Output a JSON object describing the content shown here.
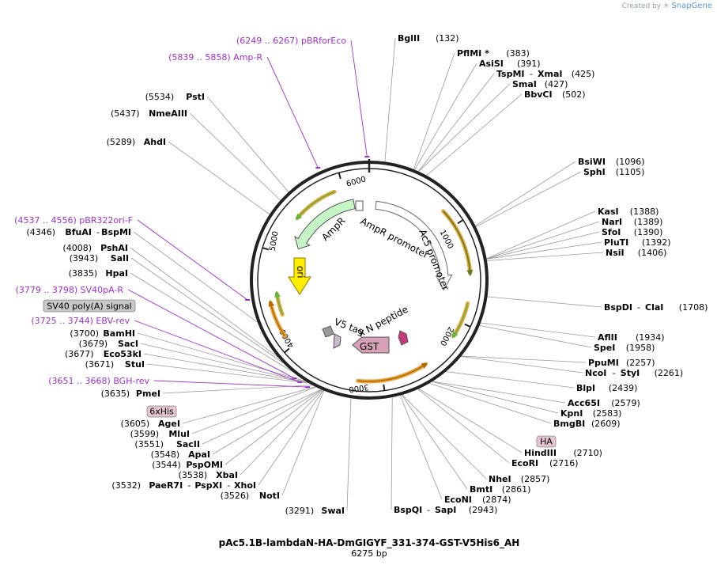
{
  "credit": {
    "created_by": "Created by",
    "brand": "SnapGene"
  },
  "map": {
    "title": "pAc5.1B-lambdaN-HA-DmGIGYF_331-374-GST-V5His6_AH",
    "length_text": "6275 bp",
    "length": 6275,
    "ring_ticks": [
      "1000",
      "2000",
      "3000",
      "4000",
      "5000",
      "6000"
    ]
  },
  "features": [
    {
      "id": "ampr",
      "name": "AmpR",
      "color": "#c6f5c6",
      "stroke": "#555"
    },
    {
      "id": "ampr-promoter",
      "name": "AmpR promoter",
      "color": "#ffffff",
      "stroke": "#555"
    },
    {
      "id": "ac5-promoter",
      "name": "Ac5 promoter",
      "color": "#ffffff",
      "stroke": "#555"
    },
    {
      "id": "ori",
      "name": "ori",
      "color": "#ffee00",
      "stroke": "#8a7a00"
    },
    {
      "id": "gst",
      "name": "GST",
      "color": "#d8a0b8",
      "stroke": "#555"
    },
    {
      "id": "v5tag",
      "name": "V5 tag",
      "color": "#c9b8c9",
      "stroke": "#555"
    },
    {
      "id": "lambda-n",
      "name": "λ N peptide",
      "color": "#c83a7a",
      "stroke": "#555"
    }
  ],
  "sites": [
    {
      "id": "bglii",
      "name": "BglII",
      "pos": "(132)",
      "side": "right"
    },
    {
      "id": "pflmi",
      "name": "PflMI *",
      "pos": "(383)",
      "side": "right"
    },
    {
      "id": "asisi",
      "name": "AsiSI",
      "pos": "(391)",
      "side": "right"
    },
    {
      "id": "tspmi",
      "name": "TspMI",
      "name2": "XmaI",
      "pos": "(425)",
      "side": "right"
    },
    {
      "id": "smai",
      "name": "SmaI",
      "pos": "(427)",
      "side": "right"
    },
    {
      "id": "bbvci",
      "name": "BbvCI",
      "pos": "(502)",
      "side": "right"
    },
    {
      "id": "bsiwi",
      "name": "BsiWI",
      "pos": "(1096)",
      "side": "right"
    },
    {
      "id": "sphi",
      "name": "SphI",
      "pos": "(1105)",
      "side": "right"
    },
    {
      "id": "kasi",
      "name": "KasI",
      "pos": "(1388)",
      "side": "right"
    },
    {
      "id": "nari",
      "name": "NarI",
      "pos": "(1389)",
      "side": "right"
    },
    {
      "id": "sfoi",
      "name": "SfoI",
      "pos": "(1390)",
      "side": "right"
    },
    {
      "id": "pluti",
      "name": "PluTI",
      "pos": "(1392)",
      "side": "right"
    },
    {
      "id": "nsii",
      "name": "NsiI",
      "pos": "(1406)",
      "side": "right"
    },
    {
      "id": "bspdi",
      "name": "BspDI",
      "name2": "ClaI",
      "pos": "(1708)",
      "side": "right"
    },
    {
      "id": "aflii",
      "name": "AflII",
      "pos": "(1934)",
      "side": "right"
    },
    {
      "id": "spei",
      "name": "SpeI",
      "pos": "(1958)",
      "side": "right"
    },
    {
      "id": "ppumi",
      "name": "PpuMI",
      "pos": "(2257)",
      "side": "right"
    },
    {
      "id": "ncoi",
      "name": "NcoI",
      "name2": "StyI",
      "pos": "(2261)",
      "side": "right"
    },
    {
      "id": "blpi",
      "name": "BlpI",
      "pos": "(2439)",
      "side": "right"
    },
    {
      "id": "acc65i",
      "name": "Acc65I",
      "pos": "(2579)",
      "side": "right"
    },
    {
      "id": "kpni",
      "name": "KpnI",
      "pos": "(2583)",
      "side": "right"
    },
    {
      "id": "bmgbi",
      "name": "BmgBI",
      "pos": "(2609)",
      "side": "right"
    },
    {
      "id": "hindiii",
      "name": "HindIII",
      "pos": "(2710)",
      "side": "right"
    },
    {
      "id": "ecori",
      "name": "EcoRI",
      "pos": "(2716)",
      "side": "right"
    },
    {
      "id": "nhei",
      "name": "NheI",
      "pos": "(2857)",
      "side": "right"
    },
    {
      "id": "bmti",
      "name": "BmtI",
      "pos": "(2861)",
      "side": "right"
    },
    {
      "id": "econi",
      "name": "EcoNI",
      "pos": "(2874)",
      "side": "right"
    },
    {
      "id": "bspqi",
      "name": "BspQI",
      "name2": "SapI",
      "pos": "(2943)",
      "side": "right"
    },
    {
      "id": "swai",
      "name": "SwaI",
      "pos": "(3291)",
      "side": "left"
    },
    {
      "id": "noti",
      "name": "NotI",
      "pos": "(3526)",
      "side": "left"
    },
    {
      "id": "paer7i",
      "name": "PaeR7I",
      "name2": "PspXI",
      "name3": "XhoI",
      "pos": "(3532)",
      "side": "left"
    },
    {
      "id": "xbai",
      "name": "XbaI",
      "pos": "(3538)",
      "side": "left"
    },
    {
      "id": "pspomi",
      "name": "PspOMI",
      "pos": "(3544)",
      "side": "left"
    },
    {
      "id": "apai",
      "name": "ApaI",
      "pos": "(3548)",
      "side": "left"
    },
    {
      "id": "sacii",
      "name": "SacII",
      "pos": "(3551)",
      "side": "left"
    },
    {
      "id": "mlui",
      "name": "MluI",
      "pos": "(3599)",
      "side": "left"
    },
    {
      "id": "agei",
      "name": "AgeI",
      "pos": "(3605)",
      "side": "left"
    },
    {
      "id": "pmei",
      "name": "PmeI",
      "pos": "(3635)",
      "side": "left"
    },
    {
      "id": "stui",
      "name": "StuI",
      "pos": "(3671)",
      "side": "left"
    },
    {
      "id": "eco53ki",
      "name": "Eco53kI",
      "pos": "(3677)",
      "side": "left"
    },
    {
      "id": "saci",
      "name": "SacI",
      "pos": "(3679)",
      "side": "left"
    },
    {
      "id": "bamhi",
      "name": "BamHI",
      "pos": "(3700)",
      "side": "left"
    },
    {
      "id": "hpai",
      "name": "HpaI",
      "pos": "(3835)",
      "side": "left"
    },
    {
      "id": "sali",
      "name": "SalI",
      "pos": "(3943)",
      "side": "left"
    },
    {
      "id": "pshai",
      "name": "PshAI",
      "pos": "(4008)",
      "side": "left"
    },
    {
      "id": "bfuai",
      "name": "BfuAI",
      "name2": "BspMI",
      "pos": "(4346)",
      "side": "left"
    },
    {
      "id": "ahdi",
      "name": "AhdI",
      "pos": "(5289)",
      "side": "left"
    },
    {
      "id": "nmeaiii",
      "name": "NmeAIII",
      "pos": "(5437)",
      "side": "left"
    },
    {
      "id": "psti",
      "name": "PstI",
      "pos": "(5534)",
      "side": "left"
    }
  ],
  "primers": [
    {
      "id": "pbrforeco",
      "text": "(6249 .. 6267)  pBRforEco"
    },
    {
      "id": "amp-r",
      "text": "(5839 .. 5858)  Amp-R"
    },
    {
      "id": "pbr322ori-f",
      "text": "(4537 .. 4556)  pBR322ori-F"
    },
    {
      "id": "sv40pa-r",
      "text": "(3779 .. 3798)  SV40pA-R"
    },
    {
      "id": "ebv-rev",
      "text": "(3725 .. 3744)  EBV-rev"
    },
    {
      "id": "bgh-rev",
      "text": "(3651 .. 3668)  BGH-rev"
    }
  ],
  "boxed_labels": [
    {
      "id": "sv40",
      "text": "SV40 poly(A) signal",
      "fill": "#c8c8c8"
    },
    {
      "id": "his",
      "text": "6xHis",
      "fill": "#e6c6d4"
    },
    {
      "id": "ha",
      "text": "HA",
      "fill": "#e6c6d4"
    }
  ],
  "colors": {
    "ring": "#222222",
    "primer": "#9b30c8",
    "orf": "#e8a33c",
    "orf_green": "#5fb83a"
  }
}
